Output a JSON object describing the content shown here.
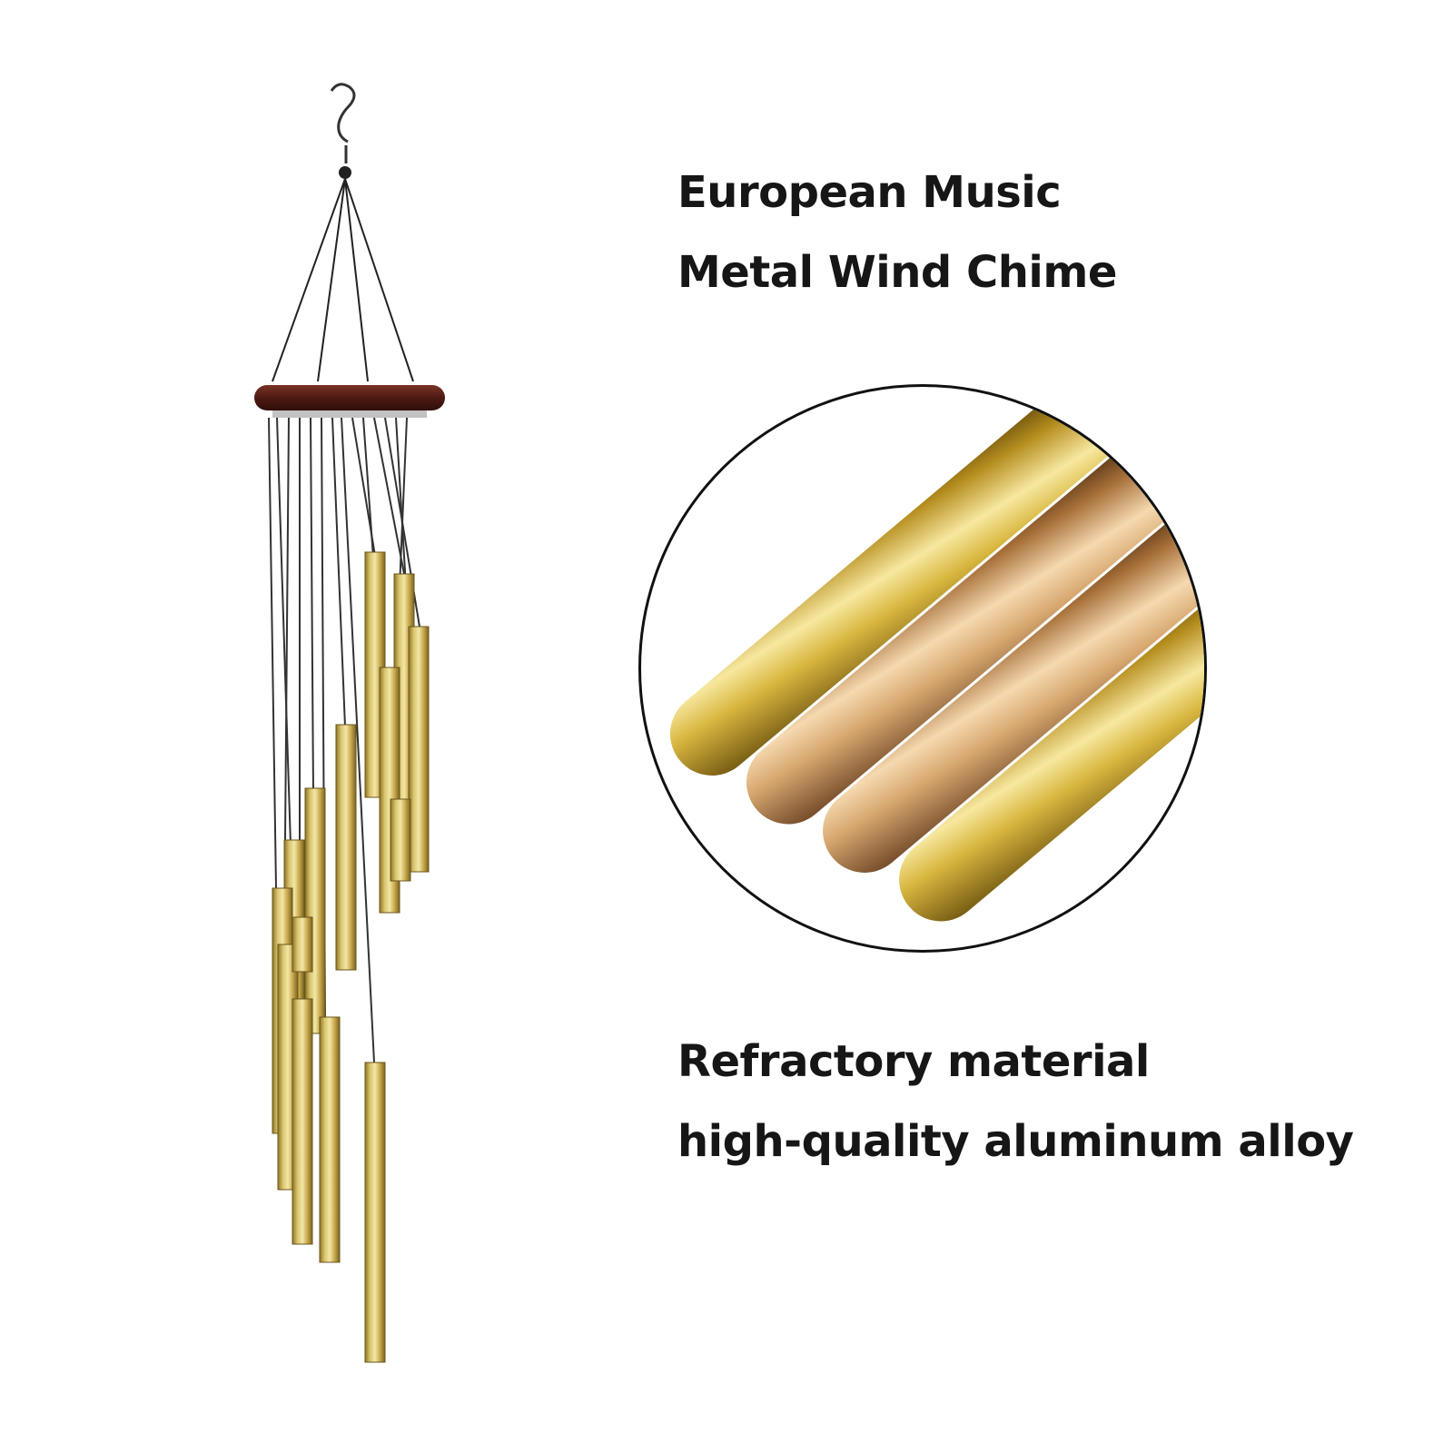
{
  "product": {
    "headline": [
      "European Music",
      "Metal Wind Chime"
    ],
    "caption": [
      "Refractory material",
      "high-quality aluminum alloy"
    ]
  },
  "images": {
    "chime": "gold-tube-wind-chime-illustration",
    "zoom": "tube-detail-closeup"
  },
  "colors": {
    "background": "#ffffff",
    "text": "#161616",
    "gold": "#c9a94a",
    "wood": "#5a2218"
  }
}
